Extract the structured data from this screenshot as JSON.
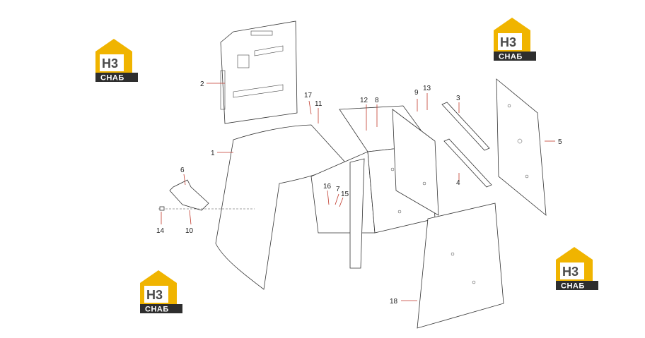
{
  "logo": {
    "mark": "H3",
    "brand": "СНАБ",
    "accent_color": "#f0b400",
    "dark_color": "#2e2e2e"
  },
  "callouts": [
    "1",
    "2",
    "3",
    "4",
    "5",
    "6",
    "7",
    "8",
    "9",
    "10",
    "11",
    "12",
    "13",
    "14",
    "15",
    "16",
    "17",
    "18"
  ]
}
